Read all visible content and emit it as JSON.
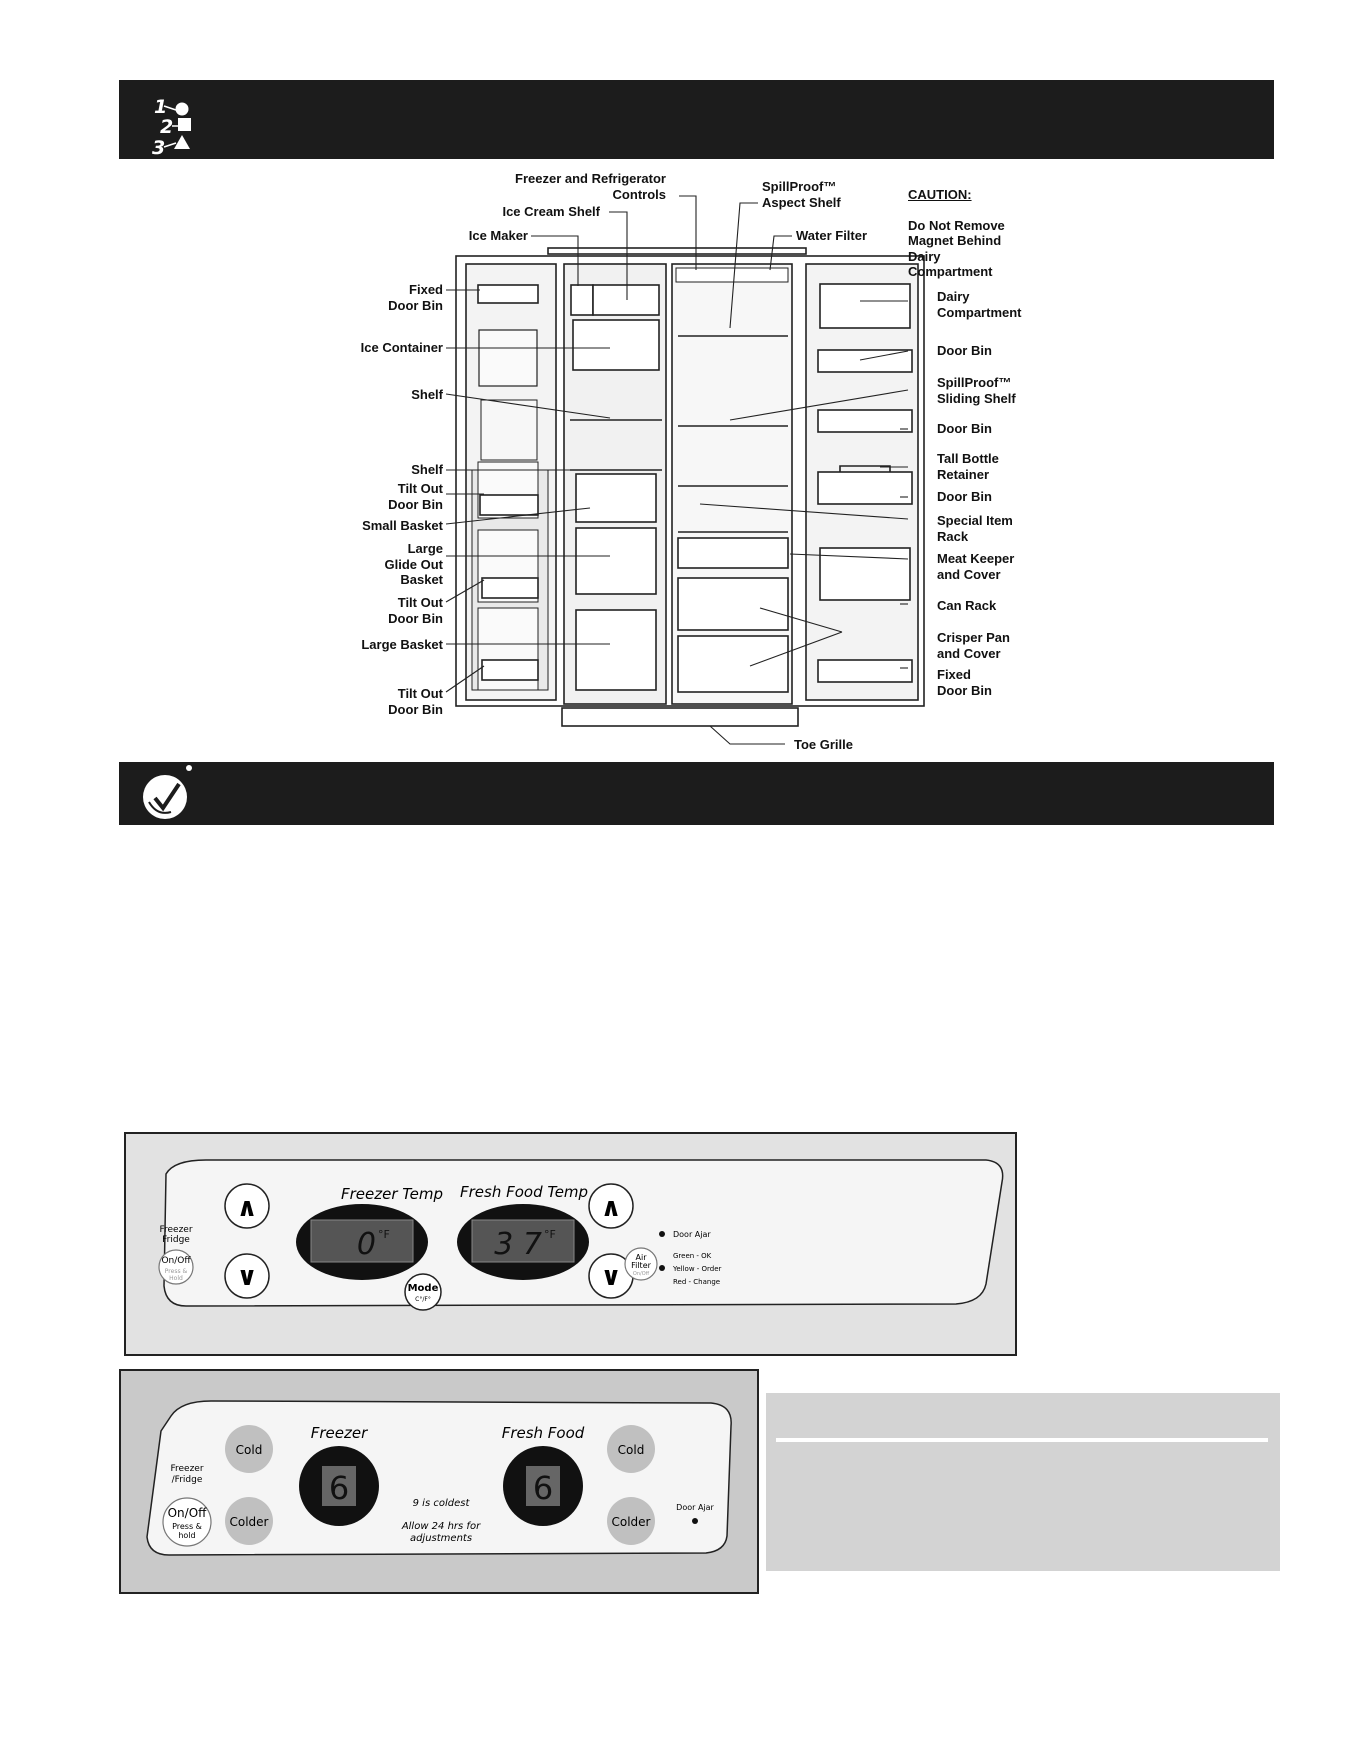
{
  "diagram": {
    "labels": {
      "controls": "Freezer and Refrigerator\nControls",
      "aspect_shelf": "SpillProof™\nAspect Shelf",
      "caution_title": "CAUTION:",
      "caution_text": "Do Not Remove\nMagnet Behind\nDairy\nCompartment",
      "ice_cream_shelf": "Ice Cream Shelf",
      "ice_maker": "Ice Maker",
      "water_filter": "Water Filter",
      "fixed_door_bin_top": "Fixed\nDoor Bin",
      "ice_container": "Ice Container",
      "shelf_1": "Shelf",
      "shelf_2": "Shelf",
      "tilt_out_bin_1": "Tilt Out\nDoor Bin",
      "small_basket": "Small Basket",
      "large_glide_basket": "Large\nGlide Out\nBasket",
      "tilt_out_bin_2": "Tilt Out\nDoor Bin",
      "large_basket": "Large Basket",
      "tilt_out_bin_3": "Tilt Out\nDoor Bin",
      "dairy_compartment": "Dairy\nCompartment",
      "door_bin_1": "Door Bin",
      "sliding_shelf": "SpillProof™\nSliding Shelf",
      "door_bin_2": "Door Bin",
      "tall_bottle_retainer": "Tall Bottle\nRetainer",
      "door_bin_3": "Door Bin",
      "special_item_rack": "Special Item\nRack",
      "meat_keeper": "Meat Keeper\nand Cover",
      "can_rack": "Can Rack",
      "crisper_pan": "Crisper Pan\nand Cover",
      "fixed_door_bin_bottom": "Fixed\nDoor Bin",
      "toe_grille": "Toe Grille"
    }
  },
  "panel_digital": {
    "freezer_fridge_label": "Freezer\nFridge",
    "onoff_label": "On/Off",
    "press_hold": "Press &\nHold",
    "freezer_temp_title": "Freezer Temp",
    "fresh_food_temp_title": "Fresh Food Temp",
    "freezer_temp_value": "0",
    "freezer_temp_unit": "°F",
    "fresh_food_temp_value": "3 7",
    "fresh_food_temp_unit": "°F",
    "mode_label": "Mode",
    "mode_sub": "C°/F°",
    "air_filter_label": "Air\nFilter",
    "air_filter_sub": "On/Off",
    "door_ajar": "Door Ajar",
    "status_green": "Green - OK",
    "status_yellow": "Yellow - Order",
    "status_red": "Red - Change",
    "up_glyph": "∧",
    "down_glyph": "∨"
  },
  "panel_basic": {
    "freezer_fridge_label": "Freezer\n/Fridge",
    "onoff_label": "On/Off",
    "press_hold": "Press &\nhold",
    "freezer_title": "Freezer",
    "fresh_food_title": "Fresh Food",
    "freezer_value": "6",
    "fresh_food_value": "6",
    "cold_label": "Cold",
    "colder_label": "Colder",
    "coldest_note": "9 is coldest",
    "allow_note": "Allow 24 hrs for\nadjustments",
    "door_ajar": "Door Ajar"
  },
  "colors": {
    "header_bar": "#1c1c1c",
    "panel_bg": "#e2e2e2",
    "button_grey": "#c0c0c0",
    "display_black": "#111111"
  }
}
